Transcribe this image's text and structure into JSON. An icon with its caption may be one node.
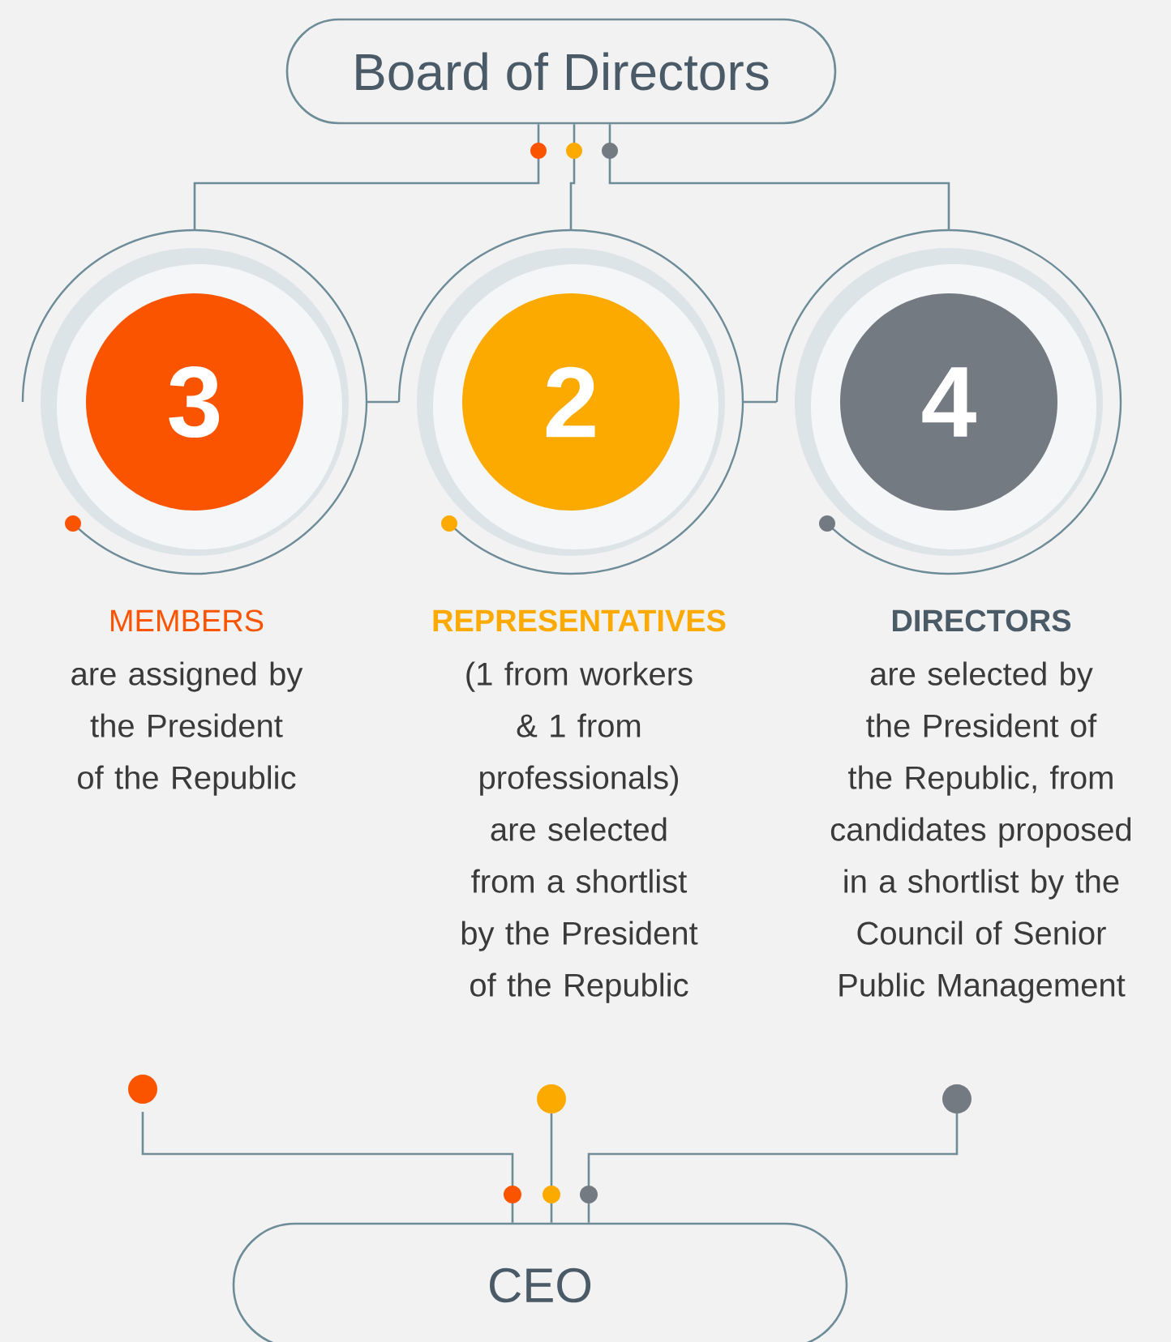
{
  "diagram": {
    "nodes": [
      {
        "text": [
          "Board of Directors"
        ]
      },
      {
        "text": [
          "3"
        ],
        "beside": [
          "MEMBERS",
          "are assigned by the President of the Republic"
        ]
      },
      {
        "text": [
          "2"
        ],
        "beside": [
          "REPRESENTATIVES",
          "(1 from workers & 1 from professionals) are selected from a shortlist by the President of the Republic"
        ]
      },
      {
        "text": [
          "4"
        ],
        "beside": [
          "DIRECTORS",
          "are selected by the President of the Republic, from candidates proposed in a shortlist by the Council of Senior Public Management"
        ]
      },
      {
        "text": [
          "CEO"
        ]
      }
    ],
    "edges": [
      {
        "from": 0,
        "to": 1,
        "arrow": "none"
      },
      {
        "from": 0,
        "to": 2,
        "arrow": "none"
      },
      {
        "from": 0,
        "to": 3,
        "arrow": "none"
      },
      {
        "from": 1,
        "to": 2,
        "arrow": "none"
      },
      {
        "from": 2,
        "to": 3,
        "arrow": "none"
      },
      {
        "from": null,
        "to": 4,
        "arrow": "none"
      },
      {
        "from": null,
        "to": 4,
        "arrow": "other"
      },
      {
        "from": null,
        "to": 4,
        "arrow": "other"
      }
    ]
  }
}
